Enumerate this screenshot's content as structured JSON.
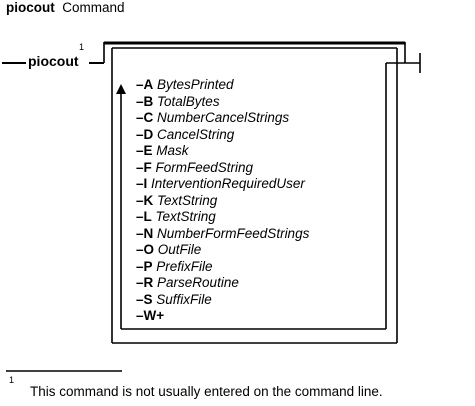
{
  "heading": {
    "command": "piocout",
    "label": "Command"
  },
  "syntax": {
    "command": "piocout",
    "footnote_mark": "1",
    "options": [
      {
        "flag": "–A",
        "param": "BytesPrinted"
      },
      {
        "flag": "–B",
        "param": "TotalBytes"
      },
      {
        "flag": "–C",
        "param": "NumberCancelStrings"
      },
      {
        "flag": "–D",
        "param": "CancelString"
      },
      {
        "flag": "–E",
        "param": "Mask"
      },
      {
        "flag": "–F",
        "param": "FormFeedString"
      },
      {
        "flag": "–I",
        "param": "InterventionRequiredUser"
      },
      {
        "flag": "–K",
        "param": "TextString"
      },
      {
        "flag": "–L",
        "param": "TextString"
      },
      {
        "flag": "–N",
        "param": "NumberFormFeedStrings"
      },
      {
        "flag": "–O",
        "param": "OutFile"
      },
      {
        "flag": "–P",
        "param": "PrefixFile"
      },
      {
        "flag": "–R",
        "param": "ParseRoutine"
      },
      {
        "flag": "–S",
        "param": "SuffixFile"
      },
      {
        "flag": "–W+",
        "param": ""
      }
    ]
  },
  "footnote": {
    "mark": "1",
    "text": "This command is not usually entered on the command line."
  }
}
